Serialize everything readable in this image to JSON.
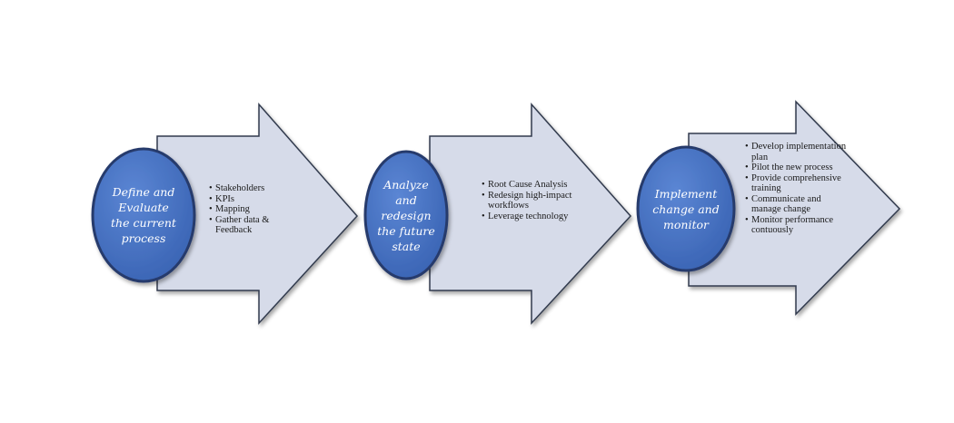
{
  "diagram": {
    "steps": [
      {
        "title": "Define and\nEvaluate\nthe current\nprocess",
        "items": [
          "Stakeholders",
          "KPIs",
          "Mapping",
          "Gather data & Feedback"
        ]
      },
      {
        "title": "Analyze\nand\nredesign\nthe future\nstate",
        "items": [
          "Root Cause Analysis",
          "Redesign high-impact workflows",
          "Leverage technology"
        ]
      },
      {
        "title": "Implement\nchange and\nmonitor",
        "items": [
          "Develop implementation plan",
          "Pilot the new process",
          "Provide comprehensive training",
          "Communicate and manage change",
          "Monitor performance contuously"
        ]
      }
    ],
    "colors": {
      "arrow_fill": "#d6dbe9",
      "arrow_stroke": "#303a4e",
      "oval_fill": "#4471c4",
      "oval_stroke": "#283a6c",
      "label_text": "#ffffff"
    }
  }
}
